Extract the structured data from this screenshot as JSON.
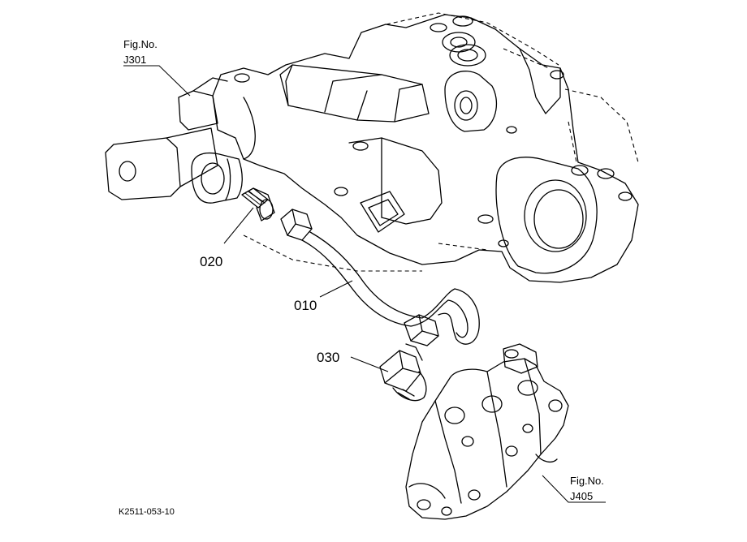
{
  "callouts": {
    "fig_top": {
      "caption": "Fig.No.",
      "number": "J301"
    },
    "fig_bottom": {
      "caption": "Fig.No.",
      "number": "J405"
    },
    "part_010": "010",
    "part_020": "020",
    "part_030": "030"
  },
  "drawing_code": "K2511-053-10"
}
